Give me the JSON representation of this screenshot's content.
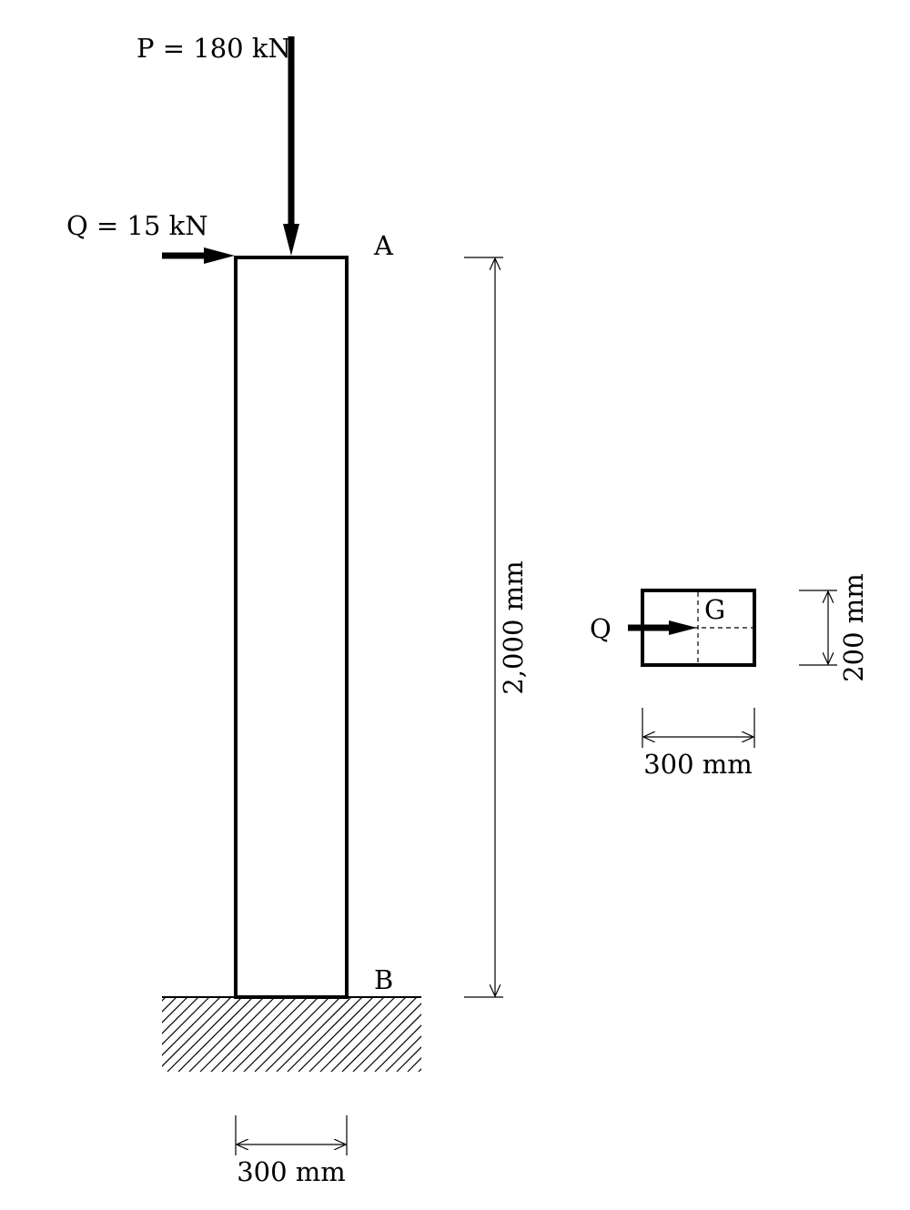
{
  "loads": {
    "p_label": "P = 180 kN",
    "q_label": "Q = 15 kN"
  },
  "points": {
    "a": "A",
    "b": "B"
  },
  "dimensions": {
    "height": "2,000 mm",
    "base_width": "300 mm",
    "section_width": "300 mm",
    "section_height": "200 mm"
  },
  "section": {
    "q_label": "Q",
    "centroid_label": "G"
  }
}
